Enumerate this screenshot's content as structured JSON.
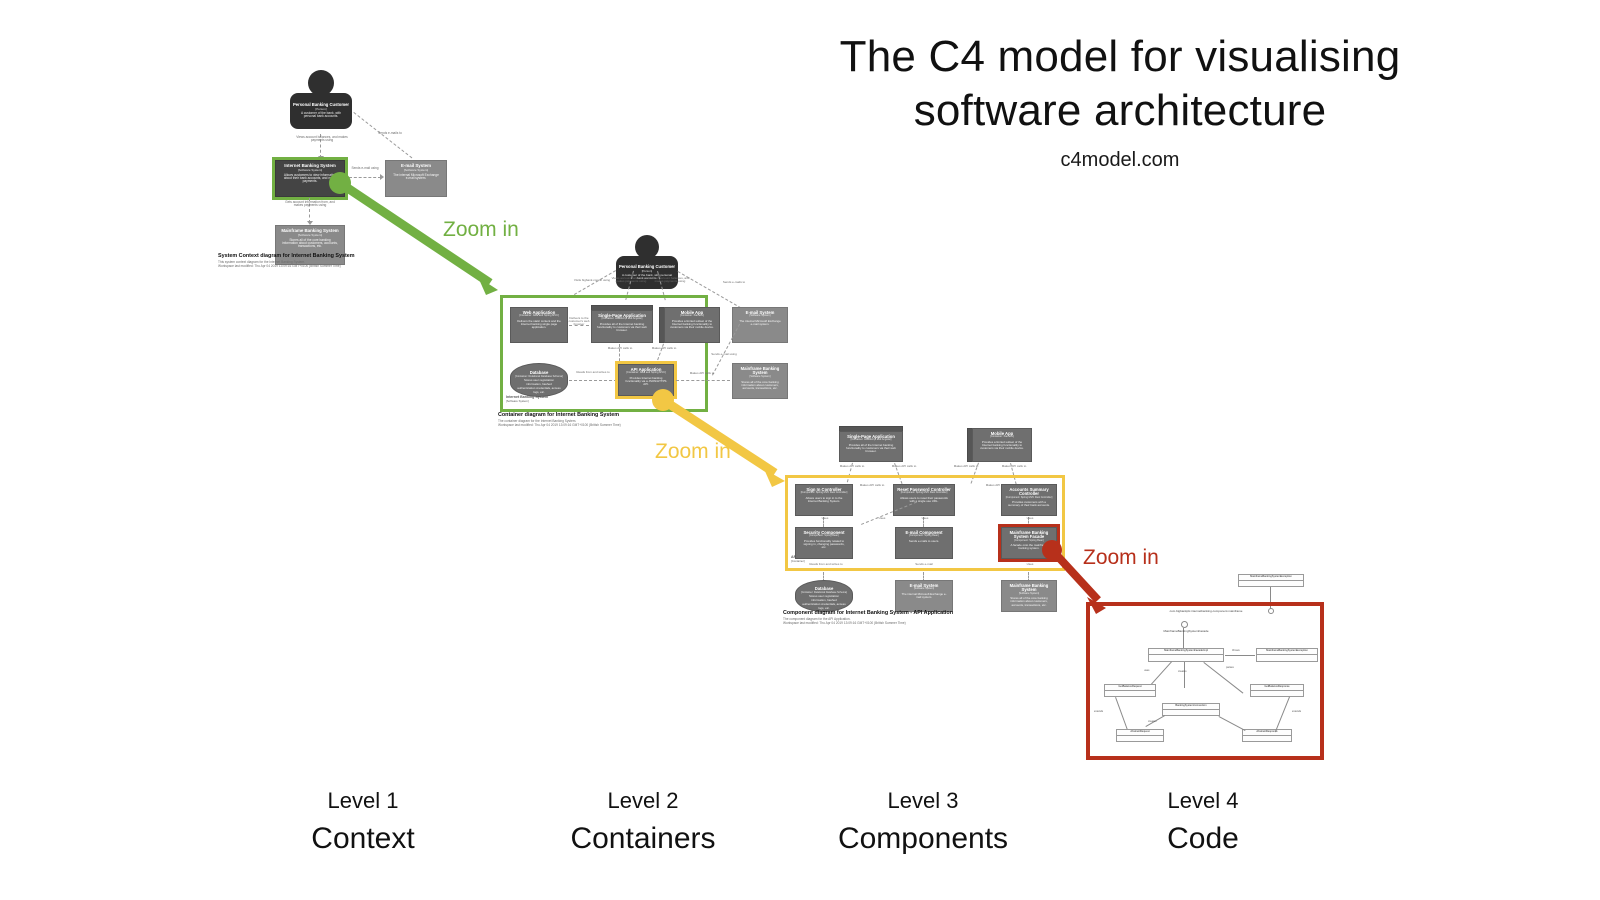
{
  "title": {
    "line1": "The C4 model for visualising",
    "line2": "software architecture",
    "url": "c4model.com"
  },
  "levels": [
    {
      "num": "Level 1",
      "name": "Context"
    },
    {
      "num": "Level 2",
      "name": "Containers"
    },
    {
      "num": "Level 3",
      "name": "Components"
    },
    {
      "num": "Level 4",
      "name": "Code"
    }
  ],
  "zoom_links": [
    {
      "label": "Zoom in",
      "color": "#72b043",
      "from": "Level 1 Internet Banking System",
      "to": "Level 2"
    },
    {
      "label": "Zoom in",
      "color": "#f2c744",
      "from": "Level 2 API Application",
      "to": "Level 3"
    },
    {
      "label": "Zoom in",
      "color": "#b7301b",
      "from": "Level 3 Mainframe Banking System Facade",
      "to": "Level 4"
    }
  ],
  "level1": {
    "caption_title": "System Context diagram for Internet Banking System",
    "caption_sub1": "This system context diagram for the Internet Banking System.",
    "caption_sub2": "Workspace last modified: Thu Apr 04 2019 13:09:16 GMT+0100 (British Summer Time)",
    "elements": [
      {
        "name": "Personal Banking Customer",
        "tech": "[Person]",
        "desc": "A customer of the bank, with personal bank accounts.",
        "kind": "person"
      },
      {
        "name": "Internet Banking System",
        "tech": "[Software System]",
        "desc": "Allows customers to view information about their bank accounts, and make payments.",
        "kind": "system-internal",
        "highlighted": true
      },
      {
        "name": "E-mail System",
        "tech": "[Software System]",
        "desc": "The internal Microsoft Exchange e-mail system.",
        "kind": "system-external"
      },
      {
        "name": "Mainframe Banking System",
        "tech": "[Software System]",
        "desc": "Stores all of the core banking information about customers, accounts, transactions, etc.",
        "kind": "system-external"
      }
    ],
    "relationships": [
      {
        "label": "Views account balances, and makes payments using"
      },
      {
        "label": "Sends e-mails to"
      },
      {
        "label": "Sends e-mail using"
      },
      {
        "label": "Gets account information from, and makes payments using"
      }
    ]
  },
  "level2": {
    "caption_title": "Container diagram for Internet Banking System",
    "caption_sub1": "The container diagram for the Internet Banking System.",
    "caption_sub2": "Workspace last modified: Thu Apr 04 2019 13:09:16 GMT+0100 (British Summer Time)",
    "boundary_name": "Internet Banking System",
    "boundary_tech": "[Software System]",
    "elements": [
      {
        "name": "Personal Banking Customer",
        "tech": "[Person]",
        "desc": "A customer of the bank, with personal bank accounts.",
        "kind": "person"
      },
      {
        "name": "Web Application",
        "tech": "[Container: Java and Spring MVC]",
        "desc": "Delivers the static content and the Internet banking single page application.",
        "kind": "container"
      },
      {
        "name": "Single-Page Application",
        "tech": "[Container: JavaScript and Angular]",
        "desc": "Provides all of the Internet banking functionality to customers via their web browser.",
        "kind": "container-browser"
      },
      {
        "name": "Mobile App",
        "tech": "[Container: Xamarin]",
        "desc": "Provides a limited subset of the Internet banking functionality to customers via their mobile device.",
        "kind": "container-mobile"
      },
      {
        "name": "Database",
        "tech": "[Container: Relational Database Schema]",
        "desc": "Stores user registration information, hashed authentication credentials, access logs, etc.",
        "kind": "database"
      },
      {
        "name": "API Application",
        "tech": "[Container: Java and Spring MVC]",
        "desc": "Provides Internet banking functionality via a JSON/HTTPS API.",
        "kind": "container",
        "highlighted": true
      },
      {
        "name": "E-mail System",
        "tech": "[Software System]",
        "desc": "The internal Microsoft Exchange e-mail system.",
        "kind": "system-external"
      },
      {
        "name": "Mainframe Banking System",
        "tech": "[Software System]",
        "desc": "Stores all of the core banking information about customers, accounts, transactions, etc.",
        "kind": "system-external"
      }
    ],
    "relationships": [
      {
        "label": "Visits bigbank.com/ib using"
      },
      {
        "label": "Views account balances, and makes payments using"
      },
      {
        "label": "Views account balances, and makes payments using"
      },
      {
        "label": "Sends e-mails to"
      },
      {
        "label": "Delivers to the customer's web browser"
      },
      {
        "label": "Makes API calls to"
      },
      {
        "label": "Makes API calls to"
      },
      {
        "label": "Reads from and writes to"
      },
      {
        "label": "Sends e-mail using"
      },
      {
        "label": "Makes API calls to"
      }
    ]
  },
  "level3": {
    "caption_title": "Component diagram for Internet Banking System - API Application",
    "caption_sub1": "The component diagram for the API Application.",
    "caption_sub2": "Workspace last modified: Thu Apr 04 2019 13:09:16 GMT+0100 (British Summer Time)",
    "boundary_name": "API Application",
    "boundary_tech": "[Container]",
    "elements": [
      {
        "name": "Single-Page Application",
        "tech": "[Container: JavaScript and Angular]",
        "desc": "Provides all of the Internet banking functionality to customers via their web browser.",
        "kind": "container-browser"
      },
      {
        "name": "Mobile App",
        "tech": "[Container: Xamarin]",
        "desc": "Provides a limited subset of the Internet banking functionality to customers via their mobile device.",
        "kind": "container-mobile"
      },
      {
        "name": "Sign In Controller",
        "tech": "[Component: Spring MVC Rest Controller]",
        "desc": "Allows users to sign in to the Internet Banking System.",
        "kind": "component"
      },
      {
        "name": "Reset Password Controller",
        "tech": "[Component: Spring MVC Rest Controller]",
        "desc": "Allows users to reset their passwords with a single use URL.",
        "kind": "component"
      },
      {
        "name": "Accounts Summary Controller",
        "tech": "[Component: Spring MVC Rest Controller]",
        "desc": "Provides customers with a summary of their bank accounts.",
        "kind": "component"
      },
      {
        "name": "Security Component",
        "tech": "[Component: Spring Bean]",
        "desc": "Provides functionality related to signing in, changing passwords, etc.",
        "kind": "component"
      },
      {
        "name": "E-mail Component",
        "tech": "[Component: Spring Bean]",
        "desc": "Sends e-mails to users.",
        "kind": "component"
      },
      {
        "name": "Mainframe Banking System Facade",
        "tech": "[Component: Spring Bean]",
        "desc": "A facade onto the mainframe banking system.",
        "kind": "component",
        "highlighted": true
      },
      {
        "name": "Database",
        "tech": "[Container: Relational Database Schema]",
        "desc": "Stores user registration information, hashed authentication credentials, access logs, etc.",
        "kind": "database"
      },
      {
        "name": "E-mail System",
        "tech": "[Software System]",
        "desc": "The internal Microsoft Exchange e-mail system.",
        "kind": "system-external"
      },
      {
        "name": "Mainframe Banking System",
        "tech": "[Software System]",
        "desc": "Stores all of the core banking information about customers, accounts, transactions, etc.",
        "kind": "system-external"
      }
    ],
    "relationships": [
      {
        "label": "Makes API calls to"
      },
      {
        "label": "Makes API calls to"
      },
      {
        "label": "Makes API calls to"
      },
      {
        "label": "Makes API calls to"
      },
      {
        "label": "Makes API calls to"
      },
      {
        "label": "Makes API calls to"
      },
      {
        "label": "Uses"
      },
      {
        "label": "Uses"
      },
      {
        "label": "Uses"
      },
      {
        "label": "Uses"
      },
      {
        "label": "Reads from and writes to"
      },
      {
        "label": "Sends e-mail"
      },
      {
        "label": "Uses"
      }
    ]
  },
  "level4": {
    "package_label": "com.bigbankplc.internetbanking.component.mainframe",
    "interface_label": "MainframeBankingSystemFacade",
    "classes": [
      {
        "name": "MainframeBankingSystemException"
      },
      {
        "name": "MainframeBankingSystemFacadeImpl"
      },
      {
        "name": "MainframeBankingSystemException"
      },
      {
        "name": "GetBalanceRequest"
      },
      {
        "name": "BankingSystemConnection"
      },
      {
        "name": "GetBalanceResponse"
      },
      {
        "name": "AbstractRequest"
      },
      {
        "name": "AbstractResponse"
      }
    ],
    "edge_labels": [
      "throws",
      "uses",
      "creates",
      "parses",
      "extends",
      "extends",
      "creates"
    ]
  }
}
